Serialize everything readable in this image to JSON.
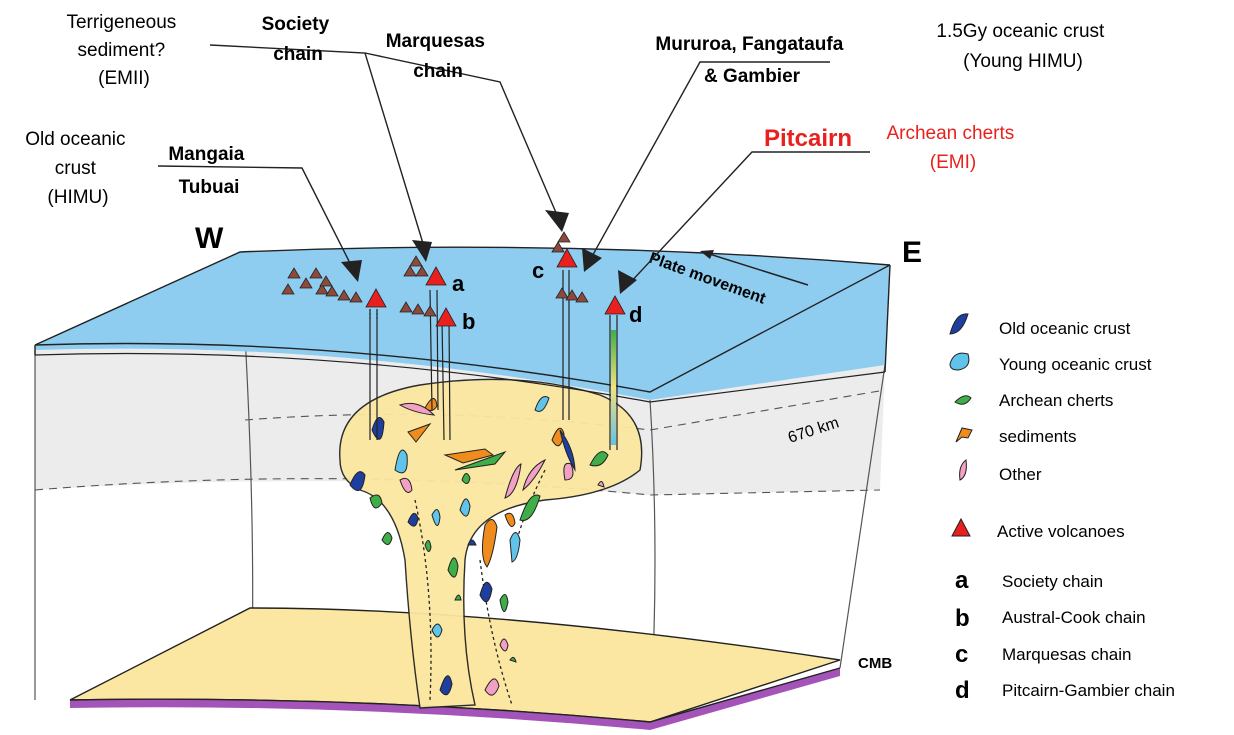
{
  "directions": {
    "west": "W",
    "east": "E"
  },
  "labels": {
    "plate_movement": "Plate movement",
    "depth_670": "670 km",
    "cmb": "CMB"
  },
  "top_labels": {
    "terrigeneous": [
      "Terrigeneous",
      "sediment?",
      "(EMII)"
    ],
    "society": [
      "Society",
      "chain"
    ],
    "marquesas": [
      "Marquesas",
      "chain"
    ],
    "mururoa": [
      "Mururoa, Fangataufa",
      "& Gambier"
    ],
    "young_crust": [
      "1.5Gy oceanic crust",
      "(Young HIMU)"
    ],
    "old_crust": [
      "Old oceanic",
      "crust",
      "(HIMU)"
    ],
    "mangaia": [
      "Mangaia",
      "Tubuai"
    ],
    "pitcairn": "Pitcairn",
    "archean": [
      "Archean cherts",
      "(EMI)"
    ]
  },
  "volcano_letters": {
    "a": "a",
    "b": "b",
    "c": "c",
    "d": "d"
  },
  "legend": {
    "items": [
      {
        "label": "Old oceanic crust",
        "color": "#1f3f9e",
        "icon": "old-crust-icon"
      },
      {
        "label": "Young oceanic crust",
        "color": "#5fc3ea",
        "icon": "young-crust-icon"
      },
      {
        "label": "Archean cherts",
        "color": "#3fae49",
        "icon": "archean-chert-icon"
      },
      {
        "label": "sediments",
        "color": "#f08c1e",
        "icon": "sediment-icon"
      },
      {
        "label": "Other",
        "color": "#f2a0c4",
        "icon": "other-icon"
      },
      {
        "label": "Active volcanoes",
        "color": "#e8211e",
        "icon": "volcano-icon"
      }
    ],
    "chains": [
      {
        "letter": "a",
        "label": "Society chain"
      },
      {
        "letter": "b",
        "label": "Austral-Cook chain"
      },
      {
        "letter": "c",
        "label": "Marquesas chain"
      },
      {
        "letter": "d",
        "label": "Pitcairn-Gambier chain"
      }
    ]
  },
  "colors": {
    "ocean": "#8ecdf0",
    "mantle_upper": "#ececec",
    "plume": "#fbe7a1",
    "cmb_purple": "#a454b8",
    "volcano_active": "#e8211e",
    "volcano_old": "#8b4a3c",
    "pitcairn_red": "#e8211e"
  }
}
